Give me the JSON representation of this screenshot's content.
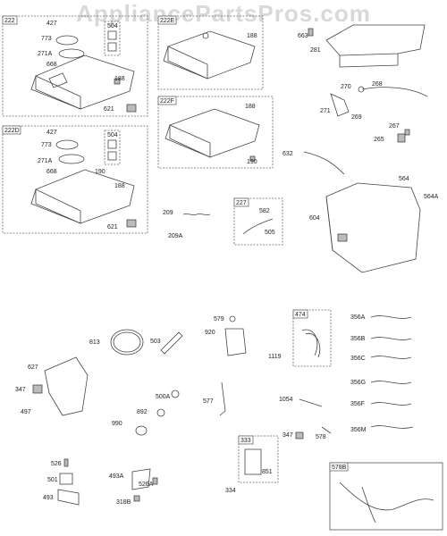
{
  "watermark": "AppliancePartsPros.com",
  "groups": [
    {
      "id": "222"
    },
    {
      "id": "222D"
    },
    {
      "id": "504"
    },
    {
      "id": "504b"
    },
    {
      "id": "222E"
    },
    {
      "id": "222F"
    },
    {
      "id": "227"
    },
    {
      "id": "474"
    },
    {
      "id": "333"
    },
    {
      "id": "578B"
    }
  ],
  "group_labels": {
    "g222": "222",
    "g222D": "222D",
    "g504a": "504",
    "g504b": "504",
    "g222E": "222E",
    "g222F": "222F",
    "g227": "227",
    "g474": "474",
    "g333": "333",
    "g578B": "578B"
  },
  "parts": {
    "p427a": "427",
    "p773a": "773",
    "p271Aa": "271A",
    "p668a": "668",
    "p188a": "188",
    "p621a": "621",
    "p427b": "427",
    "p773b": "773",
    "p271Ab": "271A",
    "p668b": "668",
    "p190a": "190",
    "p188b": "188",
    "p621b": "621",
    "p188c": "188",
    "p188d": "188",
    "p190b": "190",
    "p663": "663",
    "p281": "281",
    "p270": "270",
    "p268": "268",
    "p271": "271",
    "p269": "269",
    "p267": "267",
    "p265": "265",
    "p632": "632",
    "p564": "564",
    "p564A": "564A",
    "p604": "604",
    "p209": "209",
    "p209A": "209A",
    "p582": "582",
    "p505": "505",
    "p813": "813",
    "p503": "503",
    "p579": "579",
    "p920": "920",
    "p1119": "1119",
    "p356A": "356A",
    "p356B": "356B",
    "p356C": "356C",
    "p356G": "356G",
    "p356F": "356F",
    "p356M": "356M",
    "p627": "627",
    "p347a": "347",
    "p497": "497",
    "p500A": "500A",
    "p577": "577",
    "p892": "892",
    "p990": "990",
    "p1054": "1054",
    "p347b": "347",
    "p578": "578",
    "p851": "851",
    "p334": "334",
    "p526": "526",
    "p501": "501",
    "p493": "493",
    "p493A": "493A",
    "p526A": "526A",
    "p318B": "318B"
  }
}
